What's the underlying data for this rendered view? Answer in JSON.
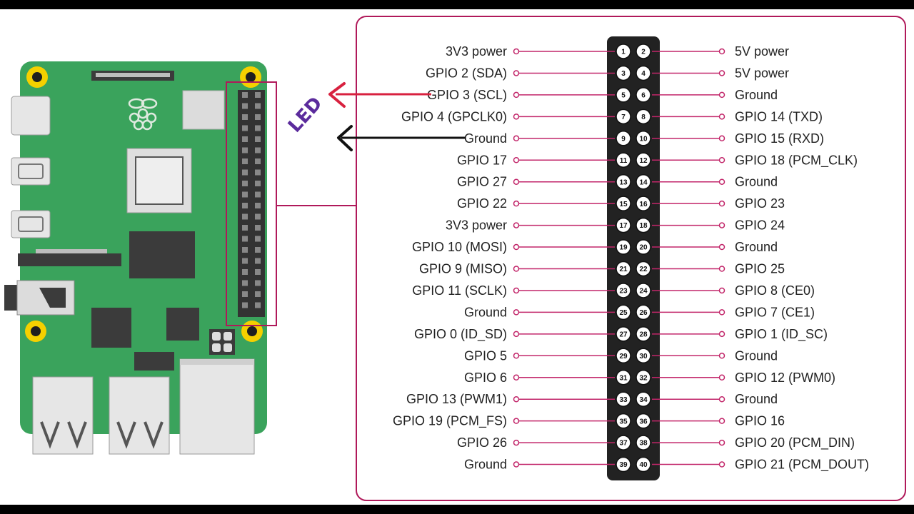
{
  "pinout": {
    "left": [
      {
        "pin": "1",
        "label": "3V3 power"
      },
      {
        "pin": "3",
        "label": "GPIO 2 (SDA)"
      },
      {
        "pin": "5",
        "label": "GPIO 3 (SCL)"
      },
      {
        "pin": "7",
        "label": "GPIO 4 (GPCLK0)"
      },
      {
        "pin": "9",
        "label": "Ground"
      },
      {
        "pin": "11",
        "label": "GPIO 17"
      },
      {
        "pin": "13",
        "label": "GPIO 27"
      },
      {
        "pin": "15",
        "label": "GPIO 22"
      },
      {
        "pin": "17",
        "label": "3V3 power"
      },
      {
        "pin": "19",
        "label": "GPIO 10 (MOSI)"
      },
      {
        "pin": "21",
        "label": "GPIO 9 (MISO)"
      },
      {
        "pin": "23",
        "label": "GPIO 11 (SCLK)"
      },
      {
        "pin": "25",
        "label": "Ground"
      },
      {
        "pin": "27",
        "label": "GPIO 0 (ID_SD)"
      },
      {
        "pin": "29",
        "label": "GPIO 5"
      },
      {
        "pin": "31",
        "label": "GPIO 6"
      },
      {
        "pin": "33",
        "label": "GPIO 13 (PWM1)"
      },
      {
        "pin": "35",
        "label": "GPIO 19 (PCM_FS)"
      },
      {
        "pin": "37",
        "label": "GPIO 26"
      },
      {
        "pin": "39",
        "label": "Ground"
      }
    ],
    "right": [
      {
        "pin": "2",
        "label": "5V power"
      },
      {
        "pin": "4",
        "label": "5V power"
      },
      {
        "pin": "6",
        "label": "Ground"
      },
      {
        "pin": "8",
        "label": "GPIO 14 (TXD)"
      },
      {
        "pin": "10",
        "label": "GPIO 15 (RXD)"
      },
      {
        "pin": "12",
        "label": "GPIO 18 (PCM_CLK)"
      },
      {
        "pin": "14",
        "label": "Ground"
      },
      {
        "pin": "16",
        "label": "GPIO 23"
      },
      {
        "pin": "18",
        "label": "GPIO 24"
      },
      {
        "pin": "20",
        "label": "Ground"
      },
      {
        "pin": "22",
        "label": "GPIO 25"
      },
      {
        "pin": "24",
        "label": "GPIO 8 (CE0)"
      },
      {
        "pin": "26",
        "label": "GPIO 7 (CE1)"
      },
      {
        "pin": "28",
        "label": "GPIO 1 (ID_SC)"
      },
      {
        "pin": "30",
        "label": "Ground"
      },
      {
        "pin": "32",
        "label": "GPIO 12 (PWM0)"
      },
      {
        "pin": "34",
        "label": "Ground"
      },
      {
        "pin": "36",
        "label": "GPIO 16"
      },
      {
        "pin": "38",
        "label": "GPIO 20 (PCM_DIN)"
      },
      {
        "pin": "40",
        "label": "GPIO 21 (PCM_DOUT)"
      }
    ]
  },
  "annotation": {
    "text": "LED"
  },
  "colors": {
    "board": "#3aa35c",
    "frame": "#b0195a",
    "pin_line": "#c2266a",
    "arrow_led": "#d8213f",
    "arrow_ground": "#111111",
    "annotation": "#5b2b9c",
    "mount_hole": "#f5d000"
  }
}
